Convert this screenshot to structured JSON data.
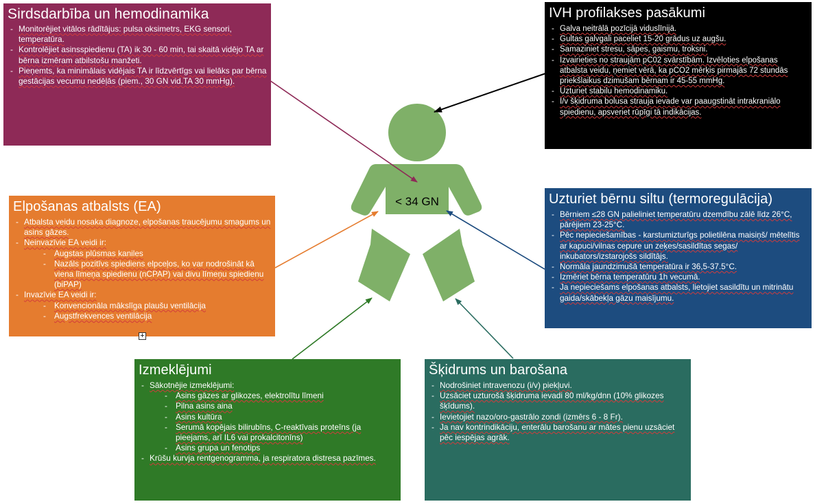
{
  "center": {
    "label": "< 34 GN"
  },
  "cardio": {
    "title": "Sirdsdarbība un hemodinamika",
    "items": [
      "Monitorējiet vitālos rādītājus: pulsa oksimetrs, EKG sensori, temperatūra.",
      "Kontrolējiet asinsspiedienu (TA) ik 30 - 60 min, tai skaitā vidējo TA ar bērna izmēram atbilstošu manžeti.",
      "Pieņemts, ka minimālais vidējais TA ir līdzvērtīgs vai lielāks par bērna gestācijas vecumu nedēļās (piem., 30 GN vid.TA 30 mmHg)."
    ]
  },
  "ivh": {
    "title": "IVH profilakses pasākumi",
    "items": [
      "Galva neitrālā pozīcijā viduslīnijā.",
      "Gultas galvgali paceliet 15-20 grādus uz augšu.",
      "Samaziniet stresu, sāpes, gaismu, troksni.",
      "Izvairieties no straujām pC02 svārstībām. Izvēloties elpošanas atbalsta veidu, ņemiet vērā, ka pCO2 mērķis pirmajās 72 stundās priekšlaikus dzimušam bērnam ir 45-55 mmHg.",
      "Uzturiet stabilu hemodinamiku.",
      "I/v šķidruma bolusa strauja ievade var paaugstināt intrakraniālo spiedienu, apsveriet rūpīgi tā indikācijas."
    ]
  },
  "resp": {
    "title": "Elpošanas atbalsts (EA)",
    "items": [
      "Atbalsta veidu nosaka diagnoze, elpošanas traucējumu smagums un asins gāzes.",
      "Neinvazīvie EA veidi ir:",
      "Augstas plūsmas kaniles",
      "Nazāls pozitīvs spiediens elpceļos, ko var nodrošināt kā viena līmeņa spiedienu (nCPAP) vai divu līmeņu spiedienu (biPAP)",
      "Invazīvie EA veidi ir:",
      "Konvencionāla mākslīga plaušu ventilācija",
      "Augstfrekvences ventilācija"
    ]
  },
  "thermo": {
    "title": "Uzturiet bērnu siltu (termoregulācija)",
    "items": [
      "Bērniem ≤28 GN palieliniet temperatūru dzemdību zālē līdz 26°C, pārējiem 23-25°C.",
      "Pēc nepieciešamības - karstumizturīgs polietilēna maisiņš/ mētelītis ar kapuci/vilnas cepure un zeķes/sasildītas segas/ inkubators/izstarojošs sildītājs.",
      "Normāla jaundzimušā temperatūra ir 36,5-37.5°C.",
      "Izmēriet bērna temperatūru 1h vecumā.",
      "Ja nepieciešams elpošanas atbalsts, lietojiet sasildītu un mitrinātu gaida/skābekļa gāzu maisījumu."
    ]
  },
  "tests": {
    "title": "Izmeklējumi",
    "items": [
      "Sākotnējie izmeklējumi:",
      "Asins gāzes ar glikozes, elektrolītu līmeni",
      "Pilna asins aina",
      "Asins kultūra",
      "Serumā kopējais bilirubīns, C-reaktīvais proteīns (ja pieejams, arī IL6 vai prokalcitonīns)",
      "Asins grupa un fenotips",
      "Krūšu kurvja rentgenogramma, ja respiratora distresa pazīmes."
    ]
  },
  "fluids": {
    "title": "Šķidrums un barošana",
    "items": [
      "Nodrošiniet intravenozu (i/v) piekļuvi.",
      "Uzsāciet uzturošā šķidruma ievadi 80 ml/kg/dnn (10% glikozes šķīdums).",
      "Ievietojiet nazo/oro-gastrālo zondi (izmērs 6 - 8 Fr).",
      "Ja nav kontrindikāciju, enterālu barošanu ar mātes pienu uzsāciet pēc iespējas agrāk."
    ]
  },
  "colors": {
    "cardio": "#8e2a57",
    "ivh": "#000000",
    "resp": "#e57c2f",
    "thermo": "#1d4c7f",
    "tests": "#2f7a27",
    "fluids": "#2a6c60",
    "baby": "#7fb068"
  }
}
